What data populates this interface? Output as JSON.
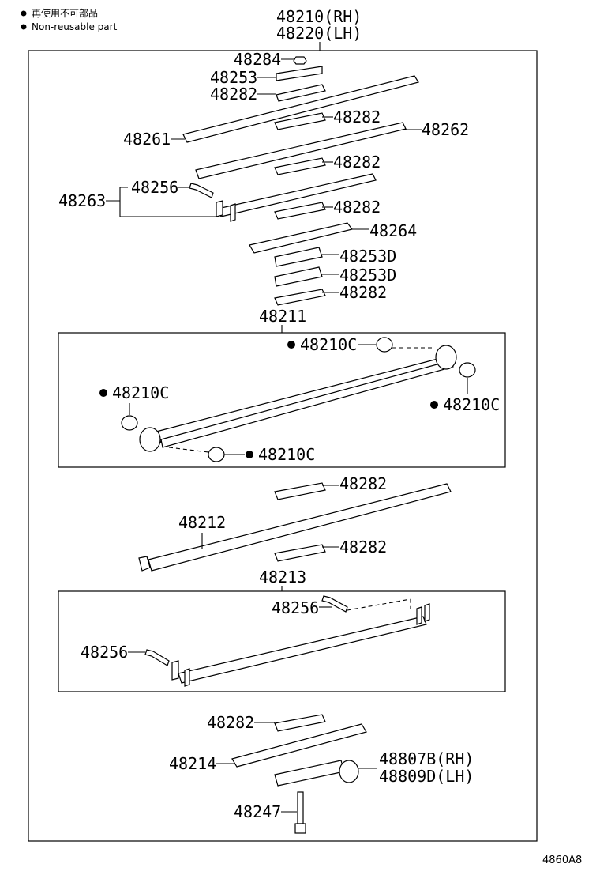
{
  "legend": {
    "jp_text": "再使用不可部品",
    "en_text": "Non-reusable part"
  },
  "header": {
    "assy_rh": "48210(RH)",
    "assy_lh": "48220(LH)"
  },
  "labels": {
    "p48284": "48284",
    "p48253": "48253",
    "p48282_a": "48282",
    "p48282_b": "48282",
    "p48261": "48261",
    "p48262": "48262",
    "p48282_c": "48282",
    "p48256_a": "48256",
    "p48263": "48263",
    "p48282_d": "48282",
    "p48264": "48264",
    "p48253d_a": "48253D",
    "p48253d_b": "48253D",
    "p48282_e": "48282",
    "p48211": "48211",
    "p48210c_a": "48210C",
    "p48210c_b": "48210C",
    "p48210c_c": "48210C",
    "p48210c_d": "48210C",
    "p48282_f": "48282",
    "p48212": "48212",
    "p48282_g": "48282",
    "p48213": "48213",
    "p48256_b": "48256",
    "p48256_c": "48256",
    "p48282_h": "48282",
    "p48214": "48214",
    "p48807b": "48807B(RH)",
    "p48809d": "48809D(LH)",
    "p48247": "48247"
  },
  "footer": {
    "figure_code": "4860A8"
  }
}
